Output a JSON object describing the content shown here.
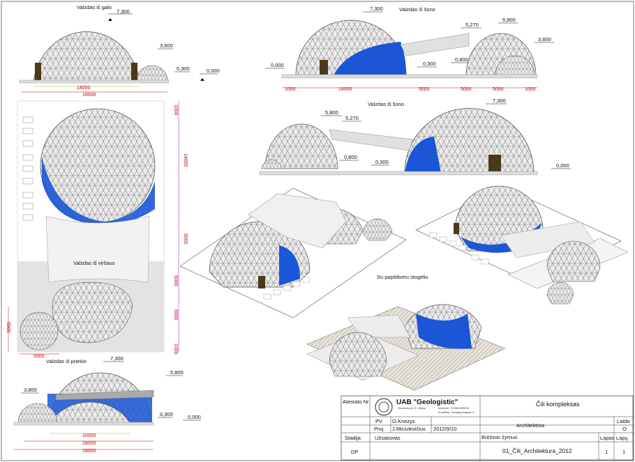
{
  "views": {
    "side_gable": "Valzdas iš galo",
    "side_right": "Valzdas iš šono",
    "side_left": "Valzdas iš šono",
    "top": "Valzdas iš viršaus",
    "front": "Valzdas iš priekio",
    "canopy": "Su papildomu stogeliu"
  },
  "levels": {
    "l7300": "7,300",
    "l5800": "5,800",
    "l5270": "5,270",
    "l3600": "3,600",
    "l3800": "3,800",
    "l0800": "0,800",
    "l0300": "0,300",
    "l0000": "0,000"
  },
  "dims": {
    "d14000": "14000",
    "d18000": "18000",
    "d10000": "10000",
    "d5000": "5000",
    "d1000": "1000",
    "d5500": "5500"
  },
  "title_block": {
    "stamp_label": "Atestato Nr",
    "company": "UAB \"Geologistic\"",
    "company_small_1": "Gedimino pr. 5, Vilnius",
    "company_small_2": "Mobil.tel. +37060000000",
    "company_small_3": "El.paštas: info@geologistic.lt",
    "project": "Čili kompleksas",
    "role_pv": "PV",
    "name_pv": "O.Knezys",
    "role_proj": "Proj.",
    "name_proj": "J.Miciulevičius",
    "date": "2012/9/10",
    "section": "Architektūra",
    "laida_label": "Laida",
    "laida_value": "O",
    "stadija_label": "Stadija",
    "stadija_value": "DP",
    "client_label": "Užsakovas",
    "drawing_label": "Brėžinio žymuo",
    "drawing_code": "01_Čili_Architektura_2012",
    "lapas_label": "Lapas",
    "lapas_value": "1",
    "lapu_label": "Lapų",
    "lapu_value": "1"
  }
}
